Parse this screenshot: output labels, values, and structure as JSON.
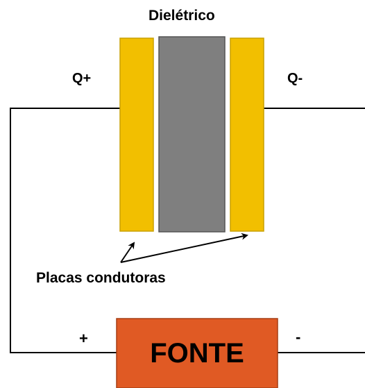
{
  "diagram": {
    "dielectric_label": "Dielétrico",
    "positive_charge_label": "Q+",
    "negative_charge_label": "Q-",
    "plates_label": "Placas condutoras",
    "positive_terminal_label": "+",
    "negative_terminal_label": "-",
    "source_label": "FONTE"
  },
  "colors": {
    "plate": "#f2bf00",
    "plate_border": "#c9a100",
    "dielectric": "#7f7f7f",
    "dielectric_border": "#555555",
    "source": "#e05a24",
    "source_border": "#a63e14",
    "wire": "#000000"
  },
  "icons": [
    "arrow-to-left-plate-icon",
    "arrow-to-right-plate-icon"
  ]
}
